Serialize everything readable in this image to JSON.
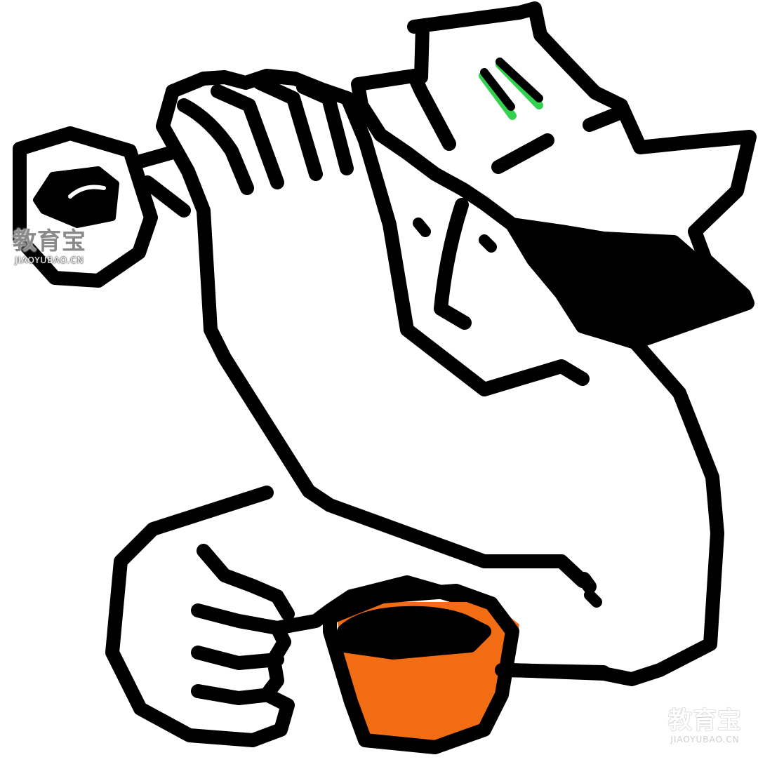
{
  "illustration": {
    "description_icon": "worker-with-wrench-and-coffee-icon",
    "colors": {
      "outline": "#000000",
      "fill": "#ffffff",
      "cup": "#f26c14",
      "eye_accent": "#33d14f"
    }
  },
  "watermarks": [
    {
      "cn": "教育宝",
      "en": "JIAOYUBAO.CN"
    },
    {
      "cn": "教育宝",
      "en": "JIAOYUBAO.CN"
    }
  ]
}
